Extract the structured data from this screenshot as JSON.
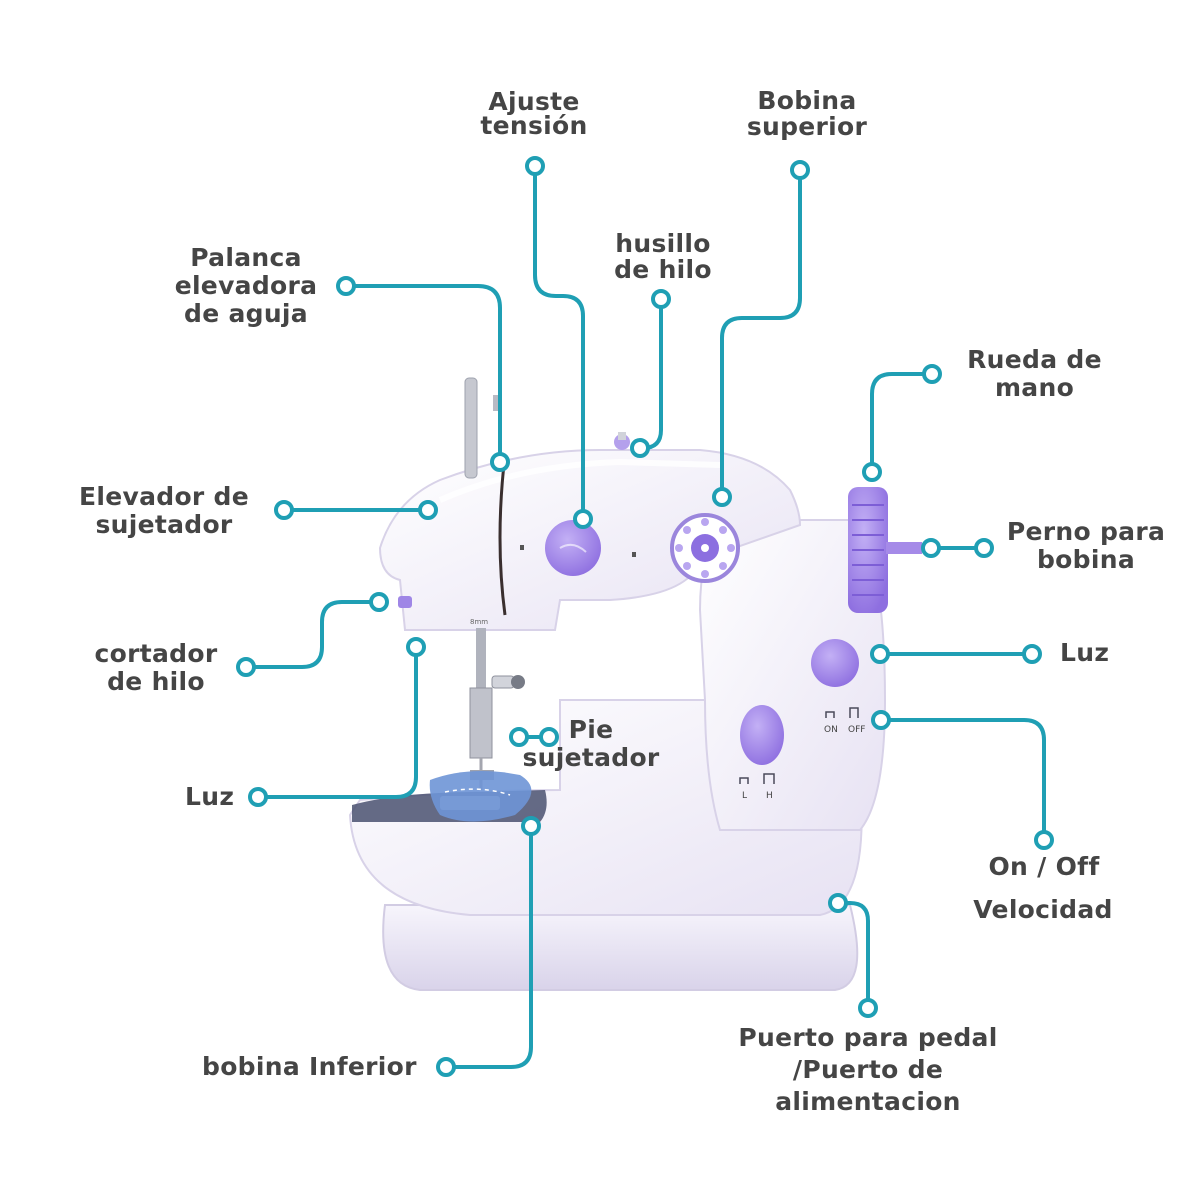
{
  "labels": {
    "ajuste_tension": "Ajuste\ntensión",
    "bobina_superior": "Bobina\nsuperior",
    "husillo_hilo": "husillo\nde hilo",
    "palanca_elevadora": "Palanca\nelevadora\nde aguja",
    "rueda_mano": "Rueda de\nmano",
    "elevador_sujetador": "Elevador de\nsujetador",
    "perno_bobina": "Perno para\nbobina",
    "cortador_hilo": "cortador\nde hilo",
    "luz_right": "Luz",
    "pie_sujetador": "Pie\nsujetador",
    "luz_left": "Luz",
    "on_off": "On / Off",
    "velocidad": "Velocidad",
    "puerto_pedal": "Puerto para pedal\n/Puerto de\nalimentacion",
    "bobina_inferior": "bobina Inferior"
  },
  "machine": {
    "needle_text": "8mm",
    "switch_on": "ON",
    "switch_off": "OFF",
    "speed_low": "L",
    "speed_high": "H"
  },
  "colors": {
    "leader": "#1f9fb4",
    "label_text": "#454545",
    "machine_body": "#f5f3fb",
    "accent_purple": "#a58ae8",
    "fabric": "#6e95d6"
  }
}
